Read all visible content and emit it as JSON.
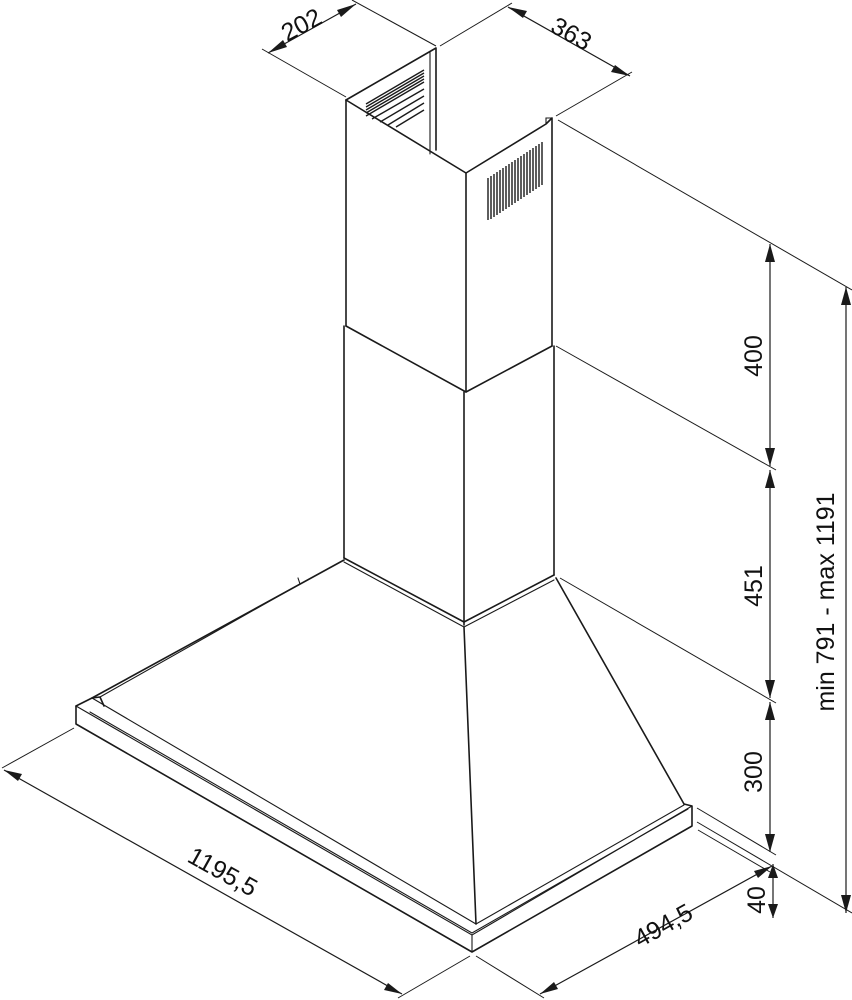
{
  "dimensions": {
    "chimney_depth": "202",
    "chimney_width": "363",
    "upper_chimney_height": "400",
    "lower_chimney_height": "451",
    "canopy_height": "300",
    "height_range": "min 791 - max 1191",
    "rim_height": "40",
    "hood_width": "1195,5",
    "hood_depth": "494,5"
  }
}
